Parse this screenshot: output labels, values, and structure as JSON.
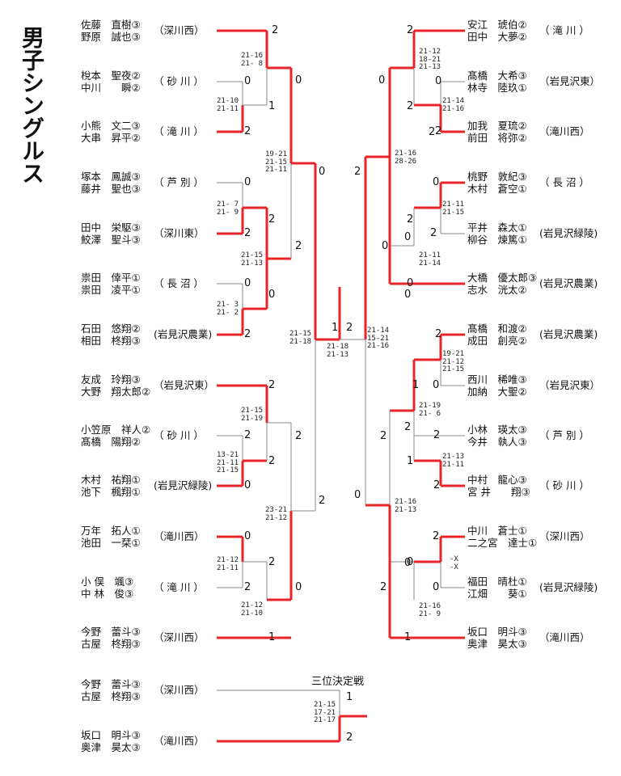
{
  "title": "男子シングルス",
  "left": [
    {
      "p": [
        "佐藤　直樹③",
        "野原　誠也③"
      ],
      "team": "（深川西）"
    },
    {
      "p": [
        "梲本　聖夜②",
        "中川　　瞬②"
      ],
      "team": "（ 砂 川 ）"
    },
    {
      "p": [
        "小熊　文二③",
        "大串　昇平②"
      ],
      "team": "（ 滝 川 ）"
    },
    {
      "p": [
        "塚本　鳳誠③",
        "藤井　聖也③"
      ],
      "team": "（ 芦 別 ）"
    },
    {
      "p": [
        "田中　栄駆③",
        "鮫澤　聖斗③"
      ],
      "team": "（深川東）"
    },
    {
      "p": [
        "祟田　倖平①",
        "祟田　凌平①"
      ],
      "team": "（ 長 沼 ）"
    },
    {
      "p": [
        "石田　悠翔②",
        "相田　柊翔③"
      ],
      "team": "(岩見沢農業)"
    },
    {
      "p": [
        "友成　玲翔③",
        "大野　翔太郎②"
      ],
      "team": "（岩見沢東）"
    },
    {
      "p": [
        "小笠原　祥人②",
        "髙橋　陽翔②"
      ],
      "team": "（ 砂 川 ）"
    },
    {
      "p": [
        "木村　祐翔①",
        "池下　楓翔①"
      ],
      "team": "(岩見沢緑陵)"
    },
    {
      "p": [
        "万年　拓人①",
        "池田　一栞①"
      ],
      "team": "（滝川西）"
    },
    {
      "p": [
        "小 俣　颯③",
        "中 林　俊③"
      ],
      "team": "（ 滝 川 ）"
    },
    {
      "p": [
        "今野　蕾斗③",
        "古屋　柊翔③"
      ],
      "team": "（深川西）"
    }
  ],
  "right": [
    {
      "p": [
        "安江　琥伯②",
        "田中　大夢②"
      ],
      "team": "（ 滝 川 ）"
    },
    {
      "p": [
        "髙橋　大希③",
        "林寺　陸玖①"
      ],
      "team": "（岩見沢東）"
    },
    {
      "p": [
        "加我　夏琉②",
        "前田　将弥②"
      ],
      "team": "（滝川西）"
    },
    {
      "p": [
        "桃野　敦紀③",
        "木村　蒼空①"
      ],
      "team": "（ 長 沼 ）"
    },
    {
      "p": [
        "平井　森太①",
        "柳谷　煉篤①"
      ],
      "team": "(岩見沢緑陵)"
    },
    {
      "p": [
        "大橋　優太郎③",
        "志水　洸太②"
      ],
      "team": "(岩見沢農業)"
    },
    {
      "p": [
        "髙橋　和渡②",
        "成田　創亮②"
      ],
      "team": "(岩見沢農業)"
    },
    {
      "p": [
        "西川　稀唯③",
        "加納　大聖②"
      ],
      "team": "（岩見沢東）"
    },
    {
      "p": [
        "小林　瑛太③",
        "今井　執人③"
      ],
      "team": "（ 芦 別 ）"
    },
    {
      "p": [
        "中村　龍心③",
        "宮 井　　翔③"
      ],
      "team": "（ 砂 川 ）"
    },
    {
      "p": [
        "中川　蒼士①",
        "二之宮　達士①"
      ],
      "team": "（深川西）"
    },
    {
      "p": [
        "福田　晴杜①",
        "江畑　　葵①"
      ],
      "team": "(岩見沢緑陵)"
    },
    {
      "p": [
        "坂口　明斗③",
        "奥津　昊太③"
      ],
      "team": "（滝川西）"
    }
  ],
  "third": {
    "label": "三位決定戦",
    "entries": [
      {
        "p": [
          "今野　蕾斗③",
          "古屋　柊翔③"
        ],
        "team": "（深川西）"
      },
      {
        "p": [
          "坂口　明斗③",
          "奥津　昊太③"
        ],
        "team": "（滝川西）"
      }
    ],
    "scores": [
      "1",
      "2"
    ],
    "games": [
      "21-15",
      "17-21",
      "21-17"
    ]
  },
  "scores": [
    "2",
    "0",
    "2",
    "0",
    "2",
    "0",
    "2",
    "2",
    "2",
    "0",
    "0",
    "2",
    "1",
    "0",
    "1",
    "2",
    "2",
    "0",
    "2",
    "2",
    "2",
    "0",
    "0",
    "2",
    "1",
    "2",
    "2",
    "0",
    "2",
    "0",
    "2",
    "0",
    "2",
    "0",
    "2",
    "2",
    "2",
    "0",
    "1",
    "0",
    "2",
    "2",
    "0",
    "0",
    "1",
    "2",
    "0",
    "2",
    "2",
    "0",
    "0",
    "2",
    "0",
    "1",
    "2",
    "2",
    "0",
    "2",
    "0",
    "0"
  ],
  "games": [
    [
      "21-16",
      "21- 8"
    ],
    [
      "21-10",
      "21-11"
    ],
    [
      "21- 7",
      "21- 9"
    ],
    [
      "21-15",
      "21-13"
    ],
    [
      "21- 3",
      "21- 2"
    ],
    [
      "19-21",
      "21-15",
      "21-11"
    ],
    [
      "21-15",
      "21-18"
    ],
    [
      "21-18",
      "21-13"
    ],
    [
      "21-15",
      "21-19"
    ],
    [
      "13-21",
      "21-11",
      "21-15"
    ],
    [
      "21-12",
      "21-11"
    ],
    [
      "21-12",
      "21-10"
    ],
    [
      "23-21",
      "21-12"
    ],
    [
      "21-12",
      "18-21",
      "21-13"
    ],
    [
      "21-14",
      "21-16"
    ],
    [
      "21-11",
      "21-15"
    ],
    [
      "21-11",
      "21-14"
    ],
    [
      "21-16",
      "28-26"
    ],
    [
      "21-14",
      "15-21",
      "21-16"
    ],
    [
      "19-21",
      "21-12",
      "21-15"
    ],
    [
      "21-19",
      "21- 6"
    ],
    [
      "21-13",
      "21-11"
    ],
    [
      "-X",
      "-X"
    ],
    [
      "21-16",
      "21- 9"
    ],
    [
      "21-16",
      "21-13"
    ]
  ]
}
